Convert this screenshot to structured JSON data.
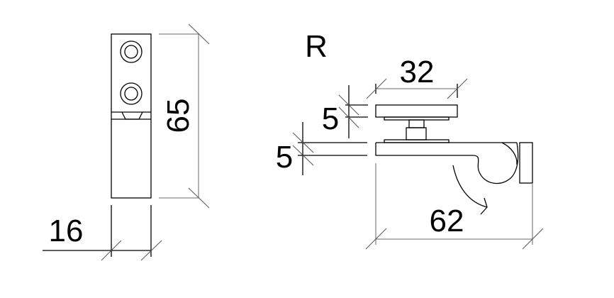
{
  "diagram": {
    "side_label": "R",
    "dimensions": {
      "front_height": "65",
      "front_width": "16",
      "plate_width": "32",
      "plate_thickness": "5",
      "bar_thickness": "5",
      "overall_depth": "62"
    }
  }
}
